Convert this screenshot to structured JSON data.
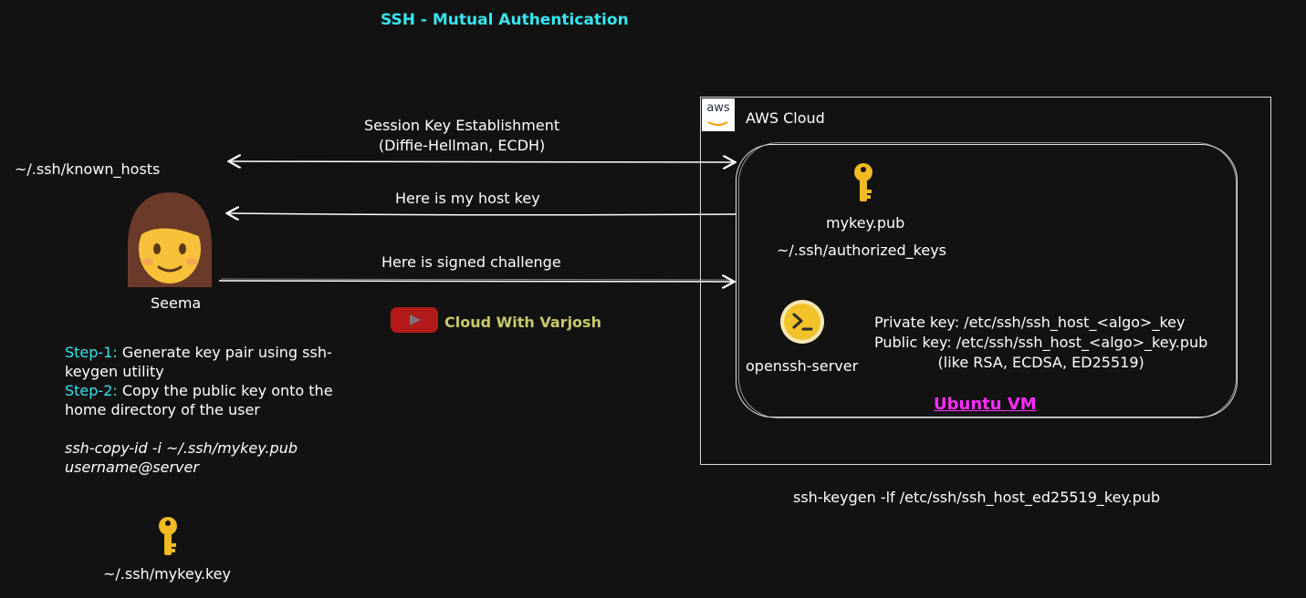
{
  "title": "SSH - Mutual Authentication",
  "client": {
    "known_hosts": "~/.ssh/known_hosts",
    "user_name": "Seema",
    "steps": [
      {
        "label": "Step-1:",
        "text": " Generate key pair using ssh-keygen utility"
      },
      {
        "label": "Step-2:",
        "text": " Copy the public key onto the home directory of the user"
      }
    ],
    "copy_command_line1": "ssh-copy-id -i ~/.ssh/mykey.pub",
    "copy_command_line2": "username@server",
    "private_key_file": "~/.ssh/mykey.key"
  },
  "messages": {
    "session_key_line1": "Session Key Establishment",
    "session_key_line2": "(Diffie-Hellman, ECDH)",
    "host_key": "Here is my host key",
    "signed_challenge": "Here is signed challenge"
  },
  "watermark": "Cloud With Varjosh",
  "server": {
    "cloud_logo": "aws",
    "cloud_label": "AWS Cloud",
    "public_key_file": "mykey.pub",
    "authorized_keys": "~/.ssh/authorized_keys",
    "service_label": "openssh-server",
    "private_host_key": "Private key: /etc/ssh/ssh_host_<algo>_key",
    "public_host_key": "Public key: /etc/ssh/ssh_host_<algo>_key.pub",
    "algorithms": "(like RSA, ECDSA, ED25519)",
    "vm_label": "Ubuntu VM",
    "keygen_command": "ssh-keygen -lf /etc/ssh/ssh_host_ed25519_key.pub"
  },
  "colors": {
    "background": "#121212",
    "title": "#38e4f0",
    "step_label": "#38e4f0",
    "vm_label": "#ff2dff",
    "watermark": "#c8c86a",
    "key_icon": "#f2b924",
    "youtube": "#b31b1b"
  },
  "icons": [
    "woman-emoji-icon",
    "key-icon",
    "terminal-icon",
    "youtube-icon",
    "aws-logo-icon"
  ]
}
